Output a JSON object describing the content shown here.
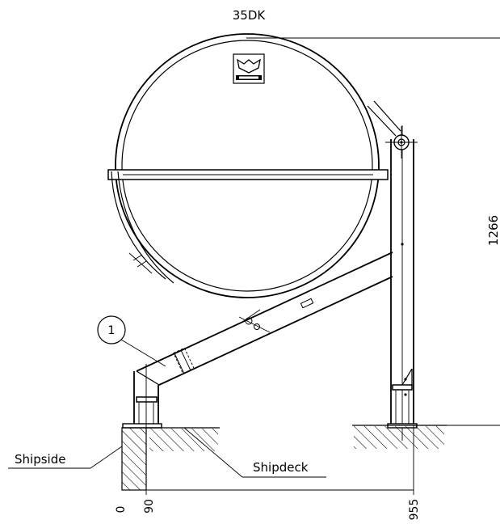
{
  "drawing": {
    "title": "35DK",
    "labels": {
      "shipside": "Shipside",
      "shipdeck": "Shipdeck",
      "callout_1": "1"
    },
    "dimensions": {
      "height": "1266",
      "origin": "0",
      "post_offset": "90",
      "overall_width": "955"
    }
  }
}
